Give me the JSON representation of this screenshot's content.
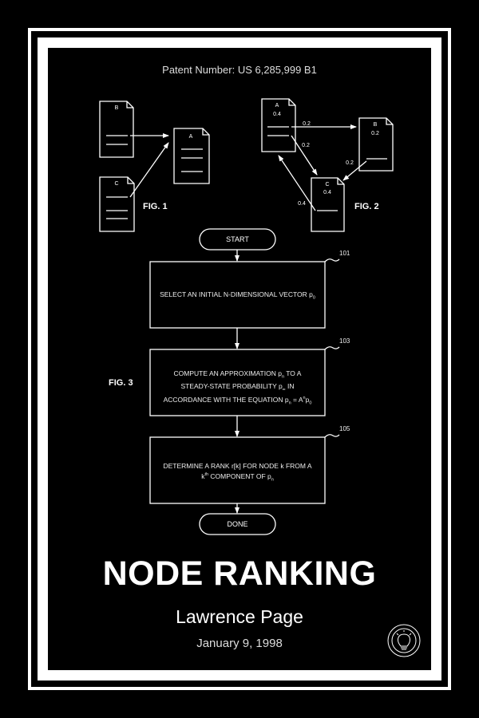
{
  "patent_number": "Patent Number: US 6,285,999 B1",
  "fig1": {
    "label": "FIG. 1",
    "nodes": {
      "a": "A",
      "b": "B",
      "c": "C"
    }
  },
  "fig2": {
    "label": "FIG. 2",
    "nodes": {
      "a": {
        "name": "A",
        "value": "0.4"
      },
      "b": {
        "name": "B",
        "value": "0.2"
      },
      "c": {
        "name": "C",
        "value": "0.4"
      }
    },
    "edges": {
      "a_to_b": "0.2",
      "a_to_c": "0.2",
      "b_to_c": "0.2",
      "c_to_a": "0.4"
    }
  },
  "fig3": {
    "label": "FIG. 3",
    "start": "START",
    "done": "DONE",
    "steps": [
      {
        "ref": "101",
        "text": "SELECT AN INITIAL N-DIMENSIONAL VECTOR p",
        "sub": "0"
      },
      {
        "ref": "103",
        "line1a": "COMPUTE AN APPROXIMATION p",
        "line1sub": "n",
        "line1b": " TO A",
        "line2a": "STEADY-STATE PROBABILITY p",
        "line2sub": "∞",
        "line2b": " IN",
        "line3a": "ACCORDANCE WITH THE EQUATION p",
        "line3sub": "n",
        "line3b": " = A",
        "line3sup": "n",
        "line3c": "p",
        "line3sub2": "0"
      },
      {
        "ref": "105",
        "line1": "DETERMINE A RANK r[k] FOR NODE k FROM A",
        "line2a": "k",
        "line2sup": "th",
        "line2b": " COMPONENT OF p",
        "line2sub": "n"
      }
    ]
  },
  "title": "NODE RANKING",
  "inventor": "Lawrence Page",
  "date": "January 9, 1998",
  "colors": {
    "background": "#000000",
    "foreground": "#ffffff"
  }
}
